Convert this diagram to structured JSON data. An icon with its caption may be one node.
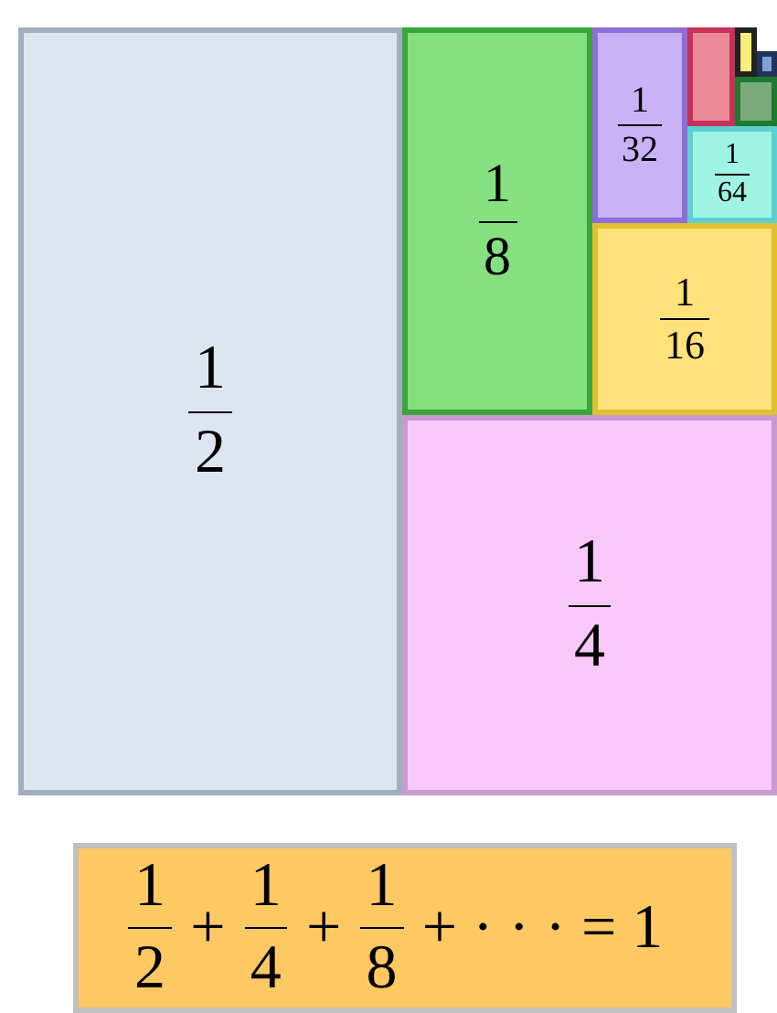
{
  "diagram": {
    "nodes": [
      {
        "text": [
          "1",
          "2"
        ]
      },
      {
        "text": [
          "1",
          "8"
        ]
      },
      {
        "text": [
          "1",
          "32"
        ]
      },
      {
        "text": [],
        "shape": "box"
      },
      {
        "text": [],
        "shape": "box"
      },
      {
        "text": [],
        "shape": "box"
      },
      {
        "text": [],
        "shape": "box"
      },
      {
        "text": [
          "1",
          "64"
        ]
      },
      {
        "text": [
          "1",
          "16"
        ]
      },
      {
        "text": [
          "1",
          "4"
        ]
      },
      {
        "text": [
          "1",
          "2",
          "+",
          "1",
          "4",
          "+",
          "1",
          "8",
          "+ · · · = 1"
        ]
      }
    ]
  }
}
